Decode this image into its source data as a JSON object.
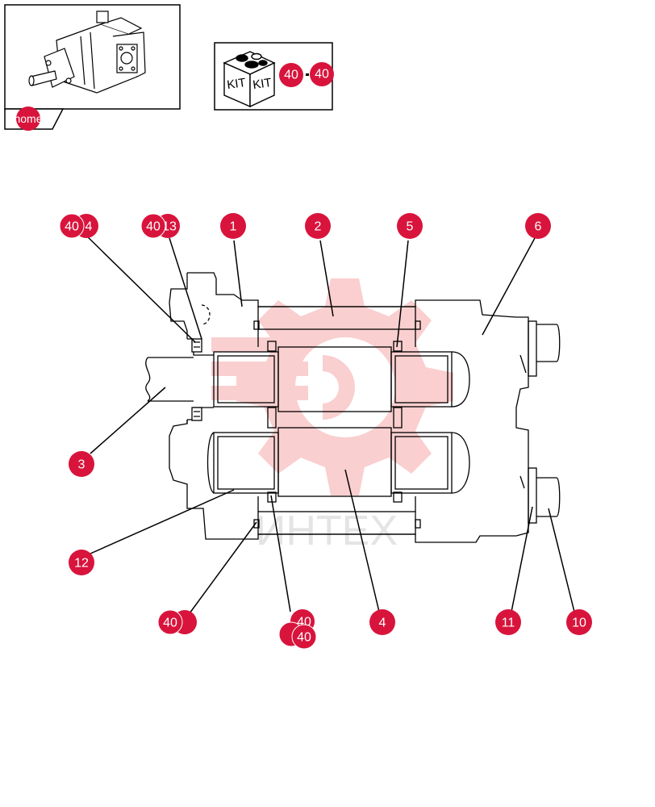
{
  "colors": {
    "accent": "#d8143c",
    "line": "#000000",
    "watermark": "#f7b0b0"
  },
  "nav": {
    "home_label": "home"
  },
  "kit": {
    "label_left": "KIT",
    "label_right": "KIT",
    "refs": [
      "40",
      "40"
    ]
  },
  "watermark": {
    "text": "ИНТЕХ"
  },
  "callouts": [
    {
      "id": "c-4a",
      "front": "40",
      "back": "4"
    },
    {
      "id": "c-13",
      "front": "40",
      "back": "13"
    },
    {
      "id": "c-1",
      "front": "1"
    },
    {
      "id": "c-2",
      "front": "2"
    },
    {
      "id": "c-5",
      "front": "5"
    },
    {
      "id": "c-6",
      "front": "6"
    },
    {
      "id": "c-3",
      "front": "3"
    },
    {
      "id": "c-12",
      "front": "12"
    },
    {
      "id": "c-40a",
      "front": "40",
      "back": ""
    },
    {
      "id": "c-40b",
      "front": "40",
      "back": "40"
    },
    {
      "id": "c-4",
      "front": "4"
    },
    {
      "id": "c-11",
      "front": "11"
    },
    {
      "id": "c-10",
      "front": "10"
    }
  ]
}
